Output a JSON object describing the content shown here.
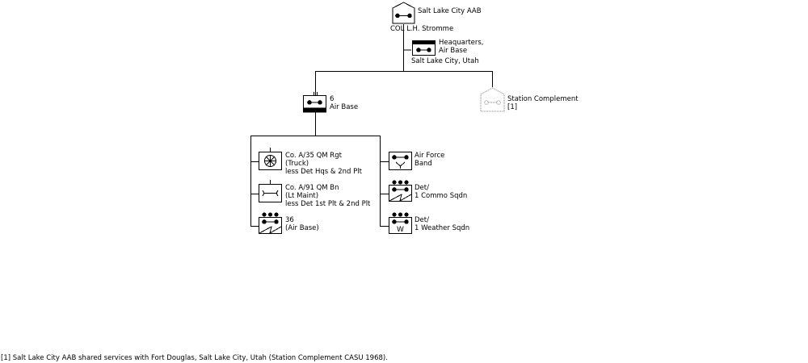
{
  "root": {
    "name": "Salt Lake City AAB",
    "commander": "COL  L.H. Stromme"
  },
  "hq": {
    "line1": "Heaquarters,",
    "line2": "Air Base",
    "location": "Salt Lake City, Utah"
  },
  "air_base": {
    "designation": "6",
    "type": "Air Base"
  },
  "station_complement": {
    "line1": "Station Complement",
    "line2": "[1]"
  },
  "left_units": [
    {
      "line1": "Co. A/35 QM Rgt",
      "line2": "(Truck)",
      "line3": "less Det Hqs & 2nd Plt"
    },
    {
      "line1": "Co. A/91 QM Bn",
      "line2": "(Lt Maint)",
      "line3": "less Det 1st Plt & 2nd Plt"
    },
    {
      "line1": "36",
      "line2": "(Air Base)"
    }
  ],
  "right_units": [
    {
      "line1": "Air Force",
      "line2": "Band"
    },
    {
      "line1": "Det/",
      "line2": "1 Commo Sqdn"
    },
    {
      "line1": "Det/",
      "line2": "1 Weather Sqdn"
    }
  ],
  "footnote": "[1] Salt Lake City AAB shared services with Fort Douglas, Salt Lake City, Utah (Station Complement CASU 1968).",
  "colors": {
    "line": "#000000",
    "ghost": "#808080",
    "background": "#ffffff"
  }
}
